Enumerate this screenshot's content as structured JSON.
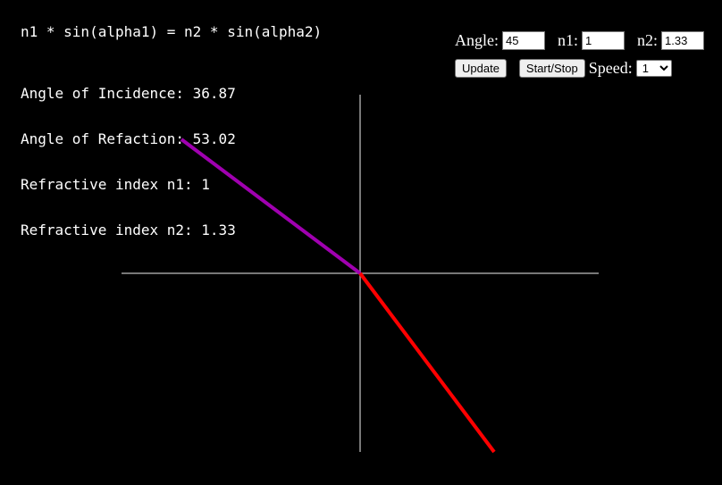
{
  "formula": "n1 * sin(alpha1) = n2 * sin(alpha2)",
  "info": {
    "incidence": "Angle of Incidence: 36.87",
    "refraction": "Angle of Refaction: 53.02",
    "n1": "Refractive index n1: 1",
    "n2": "Refractive index n2: 1.33"
  },
  "controls": {
    "angle_label": "Angle:",
    "angle_value": "45",
    "n1_label": "n1:",
    "n1_value": "1",
    "n2_label": "n2:",
    "n2_value": "1.33",
    "update_label": "Update",
    "startstop_label": "Start/Stop",
    "speed_label": "Speed:",
    "speed_value": "1"
  },
  "colors": {
    "axes": "#a0a0a0",
    "incident_ray": "#a000b0",
    "refracted_ray": "#ff0000"
  }
}
